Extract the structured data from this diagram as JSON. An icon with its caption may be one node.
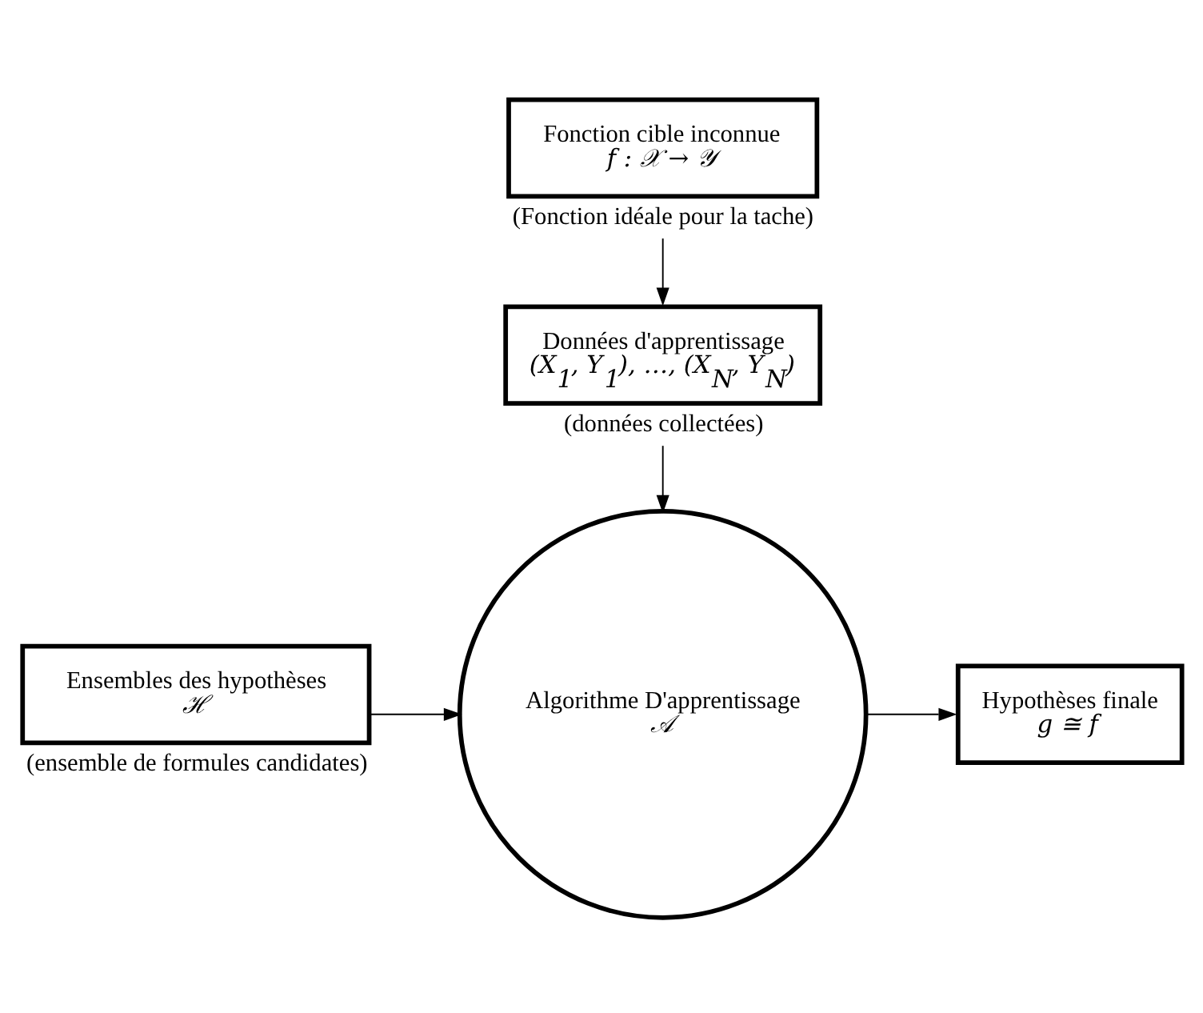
{
  "diagram": {
    "nodes": [
      {
        "text": [
          "Fonction cible inconnue",
          "f : 𝒳 → 𝒴"
        ],
        "beside": [
          "(Fonction idéale pour la tache)"
        ]
      },
      {
        "text": [
          "Données d'apprentissage",
          "(X$_{1}$, Y$_{1}$), …, (X$_{N}$, Y$_{N}$)"
        ],
        "beside": [
          "(données collectées)"
        ]
      },
      {
        "text": [
          "Algorithme D'apprentissage",
          "𝒜"
        ]
      },
      {
        "text": [
          "Hypothèses finale",
          "g ≅ f"
        ]
      },
      {
        "text": [
          "Ensembles des hypothèses",
          "ℋ"
        ],
        "beside": [
          "(ensemble de formules candidates)"
        ]
      }
    ],
    "edges": [
      {
        "from": 0,
        "to": 1,
        "arrow": "to"
      },
      {
        "from": 1,
        "to": 2,
        "arrow": "to"
      },
      {
        "from": 4,
        "to": 2,
        "arrow": "to"
      },
      {
        "from": 2,
        "to": 3,
        "arrow": "to"
      }
    ]
  }
}
